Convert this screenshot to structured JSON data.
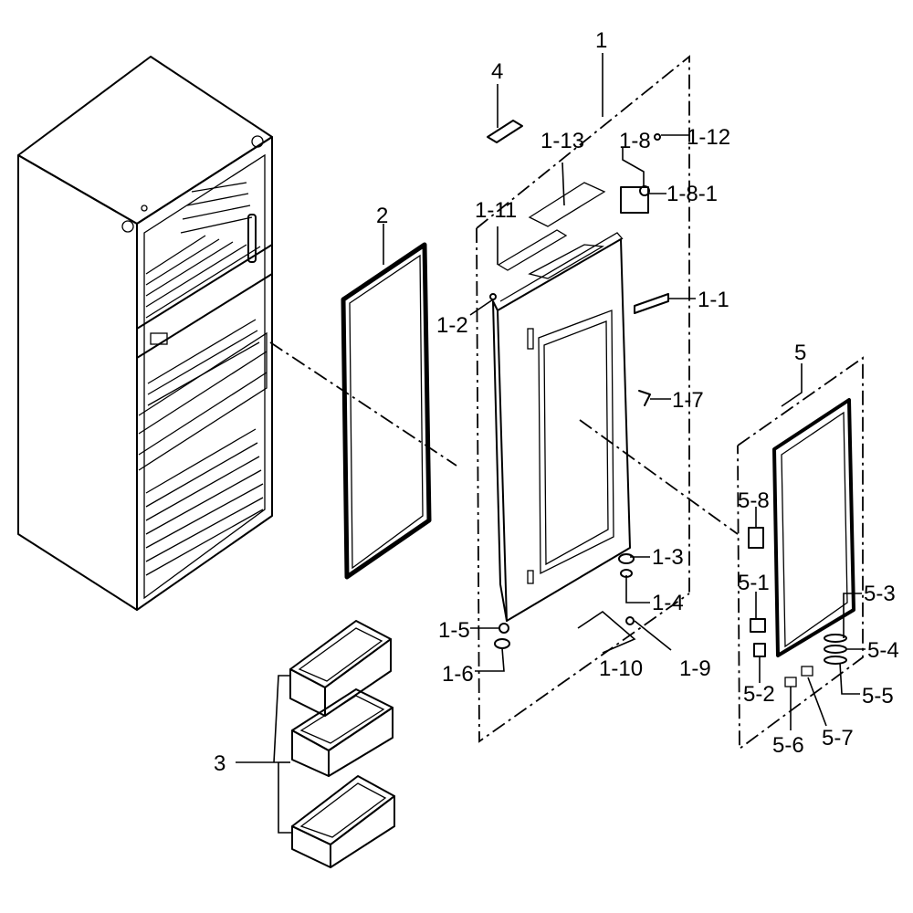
{
  "callouts": [
    {
      "id": "1",
      "text": "1"
    },
    {
      "id": "1-1",
      "text": "1-1"
    },
    {
      "id": "1-2",
      "text": "1-2"
    },
    {
      "id": "1-3",
      "text": "1-3"
    },
    {
      "id": "1-4",
      "text": "1-4"
    },
    {
      "id": "1-5",
      "text": "1-5"
    },
    {
      "id": "1-6",
      "text": "1-6"
    },
    {
      "id": "1-7",
      "text": "1-7"
    },
    {
      "id": "1-8",
      "text": "1-8"
    },
    {
      "id": "1-8-1",
      "text": "1-8-1"
    },
    {
      "id": "1-9",
      "text": "1-9"
    },
    {
      "id": "1-10",
      "text": "1-10"
    },
    {
      "id": "1-11",
      "text": "1-11"
    },
    {
      "id": "1-12",
      "text": "1-12"
    },
    {
      "id": "1-13",
      "text": "1-13"
    },
    {
      "id": "2",
      "text": "2"
    },
    {
      "id": "3",
      "text": "3"
    },
    {
      "id": "4",
      "text": "4"
    },
    {
      "id": "5",
      "text": "5"
    },
    {
      "id": "5-1",
      "text": "5-1"
    },
    {
      "id": "5-2",
      "text": "5-2"
    },
    {
      "id": "5-3",
      "text": "5-3"
    },
    {
      "id": "5-4",
      "text": "5-4"
    },
    {
      "id": "5-5",
      "text": "5-5"
    },
    {
      "id": "5-6",
      "text": "5-6"
    },
    {
      "id": "5-7",
      "text": "5-7"
    },
    {
      "id": "5-8",
      "text": "5-8"
    }
  ],
  "labels": {
    "c1": "1",
    "c1_1": "1-1",
    "c1_2": "1-2",
    "c1_3": "1-3",
    "c1_4": "1-4",
    "c1_5": "1-5",
    "c1_6": "1-6",
    "c1_7": "1-7",
    "c1_8": "1-8",
    "c1_8_1": "1-8-1",
    "c1_9": "1-9",
    "c1_10": "1-10",
    "c1_11": "1-11",
    "c1_12": "1-12",
    "c1_13": "1-13",
    "c2": "2",
    "c3": "3",
    "c4": "4",
    "c5": "5",
    "c5_1": "5-1",
    "c5_2": "5-2",
    "c5_3": "5-3",
    "c5_4": "5-4",
    "c5_5": "5-5",
    "c5_6": "5-6",
    "c5_7": "5-7",
    "c5_8": "5-8"
  }
}
